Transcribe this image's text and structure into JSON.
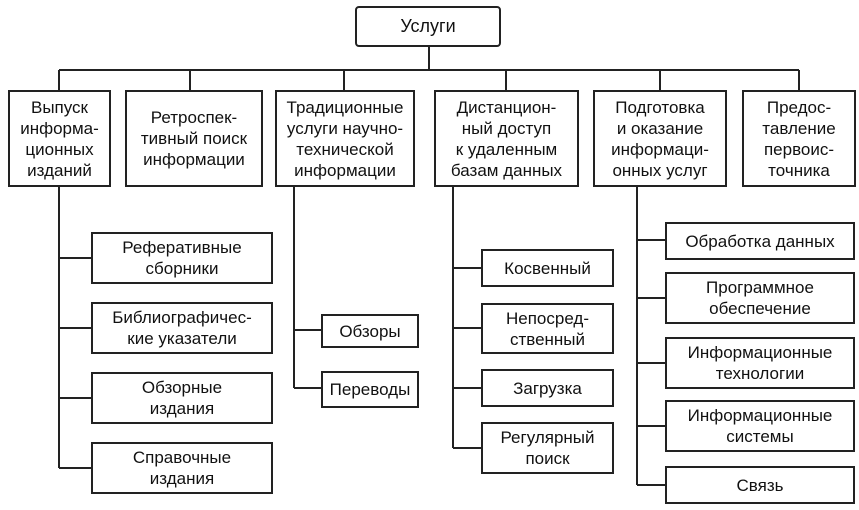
{
  "root": "Услуги",
  "categories": [
    "Выпуск\nинформа-\nционных\nизданий",
    "Ретроспек-\nтивный поиск\nинформации",
    "Традиционные\nуслуги научно-\nтехнической\nинформации",
    "Дистанцион-\nный доступ\nк удаленным\nбазам данных",
    "Подготовка\nи оказание\nинформаци-\nонных услуг",
    "Предос-\nтавление\nпервоис-\nточника"
  ],
  "subitems": {
    "publications": [
      "Реферативные\nсборники",
      "Библиографичес-\nкие указатели",
      "Обзорные\nиздания",
      "Справочные\nиздания"
    ],
    "traditional": [
      "Обзоры",
      "Переводы"
    ],
    "remote": [
      "Косвенный",
      "Непосред-\nственный",
      "Загрузка",
      "Регулярный\nпоиск"
    ],
    "preparation": [
      "Обработка данных",
      "Программное\nобеспечение",
      "Информационные\nтехнологии",
      "Информационные\nсистемы",
      "Связь"
    ]
  }
}
